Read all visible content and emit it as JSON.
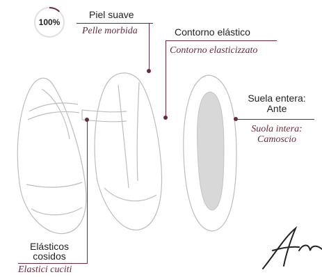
{
  "accent_color": "#6b2a3a",
  "badge": {
    "value": "100%",
    "level": 1.0
  },
  "callouts": {
    "soft_leather": {
      "es": "Piel suave",
      "it": "Pelle morbida"
    },
    "elastic_contour": {
      "es": "Contorno elástico",
      "it": "Contorno elasticizzato"
    },
    "full_sole": {
      "es_line1": "Suela entera:",
      "es_line2": "Ante",
      "it_line1": "Suola intera:",
      "it_line2": "Camoscio"
    },
    "sewn_elastics": {
      "es_line1": "Elásticos",
      "es_line2": "cosidos",
      "it": "Elastici cuciti"
    }
  }
}
